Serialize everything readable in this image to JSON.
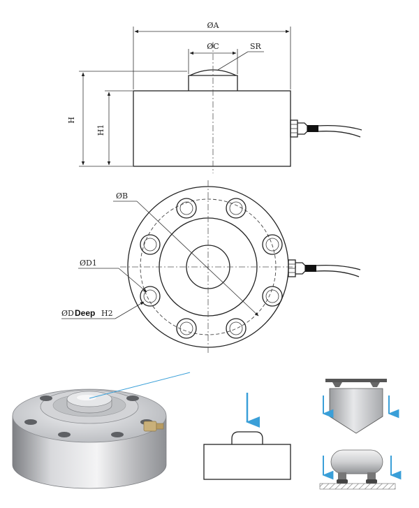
{
  "labels": {
    "dia_a": "ØA",
    "dia_c": "ØC",
    "sr": "SR",
    "height_h": "H",
    "height_h1": "H1",
    "dia_b": "ØB",
    "dia_d1": "ØD1",
    "dia_d": "ØD",
    "deep": "Deep",
    "h2": "H2"
  },
  "colors": {
    "line": "#222222",
    "arrow": "#3a9fd8",
    "metal_light": "#dcdde0",
    "metal_dark": "#8a8c90"
  }
}
